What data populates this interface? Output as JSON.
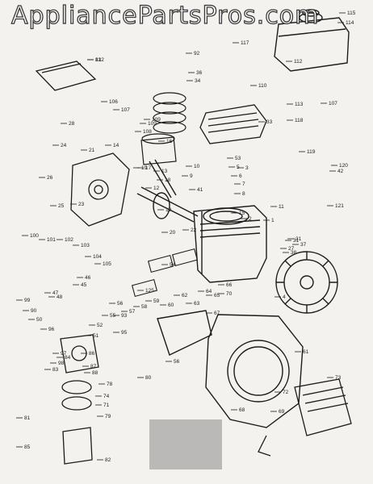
{
  "watermark": "AppliancePartsPros.com",
  "colors": {
    "ink": "#1c1c1c",
    "paper": "#f4f2ee"
  },
  "part_numbers": [
    "132",
    "115",
    "114",
    "117",
    "92",
    "112",
    "36",
    "34",
    "110",
    "113",
    "107",
    "33",
    "106",
    "107",
    "109",
    "108",
    "16",
    "21",
    "109",
    "14",
    "17",
    "118",
    "119",
    "120",
    "42",
    "28",
    "24",
    "26",
    "25",
    "23",
    "12",
    "19",
    "13",
    "18",
    "41",
    "19",
    "100",
    "121",
    "20",
    "31",
    "37",
    "22",
    "99",
    "101",
    "102",
    "103",
    "104",
    "105",
    "1",
    "61",
    "70",
    "38",
    "31",
    "27",
    "45",
    "46",
    "125",
    "48",
    "47",
    "90",
    "50",
    "93",
    "95",
    "52",
    "51",
    "96",
    "97",
    "98",
    "78",
    "74",
    "71",
    "79",
    "81",
    "85",
    "82",
    "83",
    "84",
    "86",
    "87",
    "88",
    "73",
    "72",
    "69",
    "68",
    "67",
    "66",
    "65",
    "64",
    "63",
    "62",
    "60",
    "59",
    "58",
    "57",
    "56",
    "55",
    "54",
    "53",
    "5",
    "6",
    "7",
    "8",
    "9",
    "10",
    "11",
    "15",
    "2",
    "3",
    "4",
    "56",
    "80",
    "81"
  ]
}
